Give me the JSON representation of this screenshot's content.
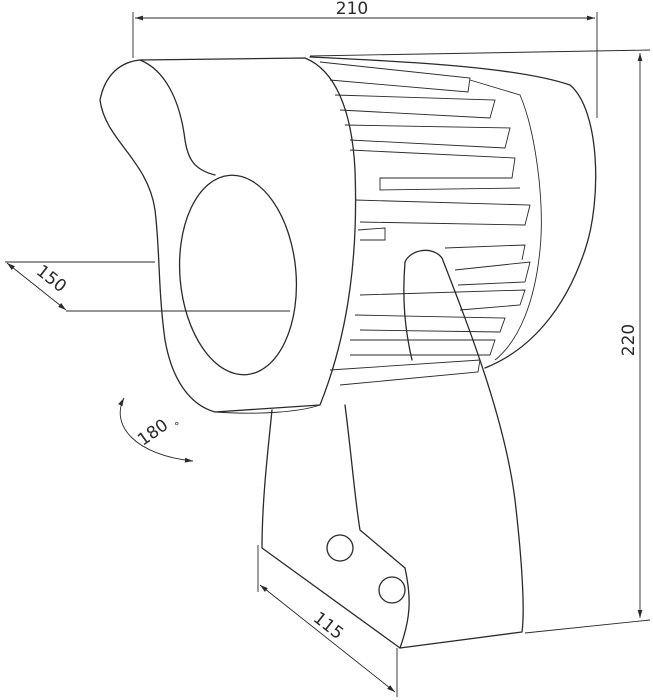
{
  "drawing": {
    "subject": "spotlight",
    "dimensions": {
      "width": "210",
      "height": "220",
      "diameter": "150",
      "base_depth": "115",
      "rotation": "180",
      "rotation_unit": "°"
    },
    "line_color": "#2a2a2a",
    "background": "#ffffff"
  }
}
